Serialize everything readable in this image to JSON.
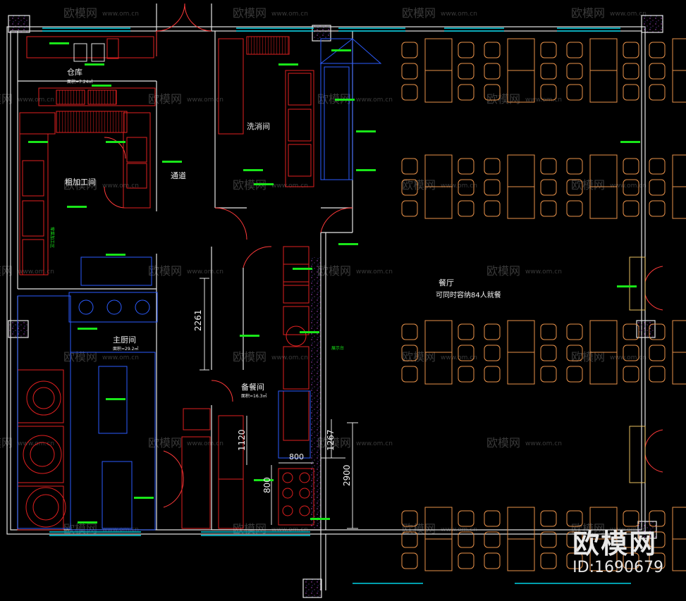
{
  "colors": {
    "wall": "#e6e6e6",
    "window": "#00d2e6",
    "door": "#ff3a3a",
    "equipment": "#e02020",
    "blue_equipment": "#2c5cff",
    "furniture": "#e8924a",
    "note": "#19e619",
    "room_label": "#f0f0f0",
    "dimension": "#e6e6e6",
    "watermark": "#3a3a3a",
    "gravel": "#b04cc8"
  },
  "watermark": {
    "brand": "欧模网",
    "site": "www.om.cn"
  },
  "brand_stamp": {
    "logo": "欧模网",
    "id": "ID:1690679"
  },
  "rooms": {
    "storage": "仓库",
    "storage_area": "面积=7.24㎡",
    "prep": "粗加工间",
    "corridor": "通道",
    "dish": "洗消间",
    "main_kitchen": "主厨间",
    "main_kitchen_area": "面积=29.2㎡",
    "serving": "备餐间",
    "serving_area": "面积=16.3㎡",
    "dining": "餐厅",
    "dining_note": "可同时容纳84人就餐",
    "display": "展示台",
    "raw_processing": "荤菜加工区"
  },
  "dimensions": {
    "d2261": "2261",
    "d1120": "1120",
    "d1267": "1267",
    "d800a": "800",
    "d800b": "800",
    "d2900": "2900"
  }
}
